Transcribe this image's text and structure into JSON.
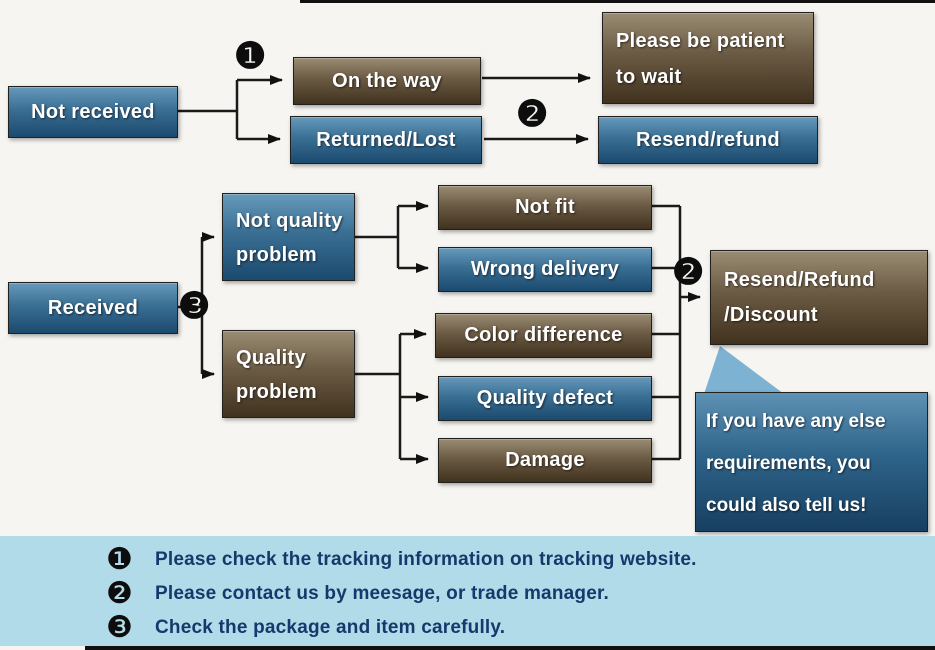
{
  "colors": {
    "blue_box_top": "#6699ba",
    "blue_box_bottom": "#1b4a6e",
    "brown_box_top": "#9a8b73",
    "brown_box_bottom": "#41321f",
    "legend_background": "#b2dbe9",
    "legend_text_color": "#143a6b",
    "connector_color": "#1a1a1a",
    "bubble_tail_color": "#7db2d3"
  },
  "flowchart": {
    "not_received": "Not received",
    "on_the_way": "On the way",
    "returned_lost": "Returned/Lost",
    "be_patient_line1": "Please be patient",
    "be_patient_line2": "to wait",
    "resend_refund": "Resend/refund",
    "received": "Received",
    "not_quality_line1": "Not quality",
    "not_quality_line2": "problem",
    "quality_line1": "Quality",
    "quality_line2": "problem",
    "not_fit": "Not fit",
    "wrong_delivery": "Wrong delivery",
    "color_difference": "Color difference",
    "quality_defect": "Quality defect",
    "damage": "Damage",
    "resend_discount_line1": "Resend/Refund",
    "resend_discount_line2": "/Discount",
    "bubble_line1": "If you have any else",
    "bubble_line2": "requirements, you",
    "bubble_line3": "could also tell us!"
  },
  "markers": {
    "step1": "❶",
    "step2": "❷",
    "step3": "❸"
  },
  "legend": {
    "items": [
      {
        "num": "❶",
        "text": "Please check the tracking information on tracking website."
      },
      {
        "num": "❷",
        "text": "Please contact us by meesage, or trade manager."
      },
      {
        "num": "❸",
        "text": "Check the package and item carefully."
      }
    ]
  }
}
